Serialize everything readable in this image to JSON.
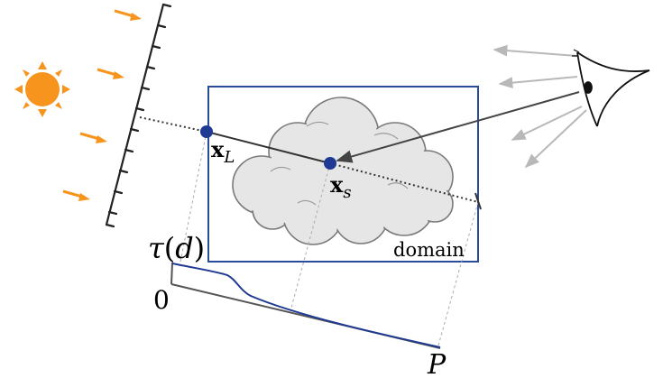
{
  "labels": {
    "x_L_main": "x",
    "x_L_sub": "L",
    "x_s_main": "x",
    "x_s_sub": "s",
    "domain": "domain",
    "tau_symbol": "τ",
    "tau_open": "(",
    "tau_arg": "d",
    "tau_close": ")",
    "zero": "0",
    "P": "P"
  },
  "colors": {
    "sun": "#f7941d",
    "domain_box": "#2a4a9c",
    "sample_point": "#1f3a93",
    "tau_curve": "#1f3a93",
    "cloud_fill": "#e6e6e6",
    "cloud_stroke": "#7a7a7a",
    "dark_ray": "#444444",
    "light_ray": "#b5b5b5",
    "projection_lines": "#aaaaaa"
  },
  "icons": {
    "light_source": "sun-icon",
    "viewer": "eye-icon",
    "volume": "cloud-icon"
  }
}
